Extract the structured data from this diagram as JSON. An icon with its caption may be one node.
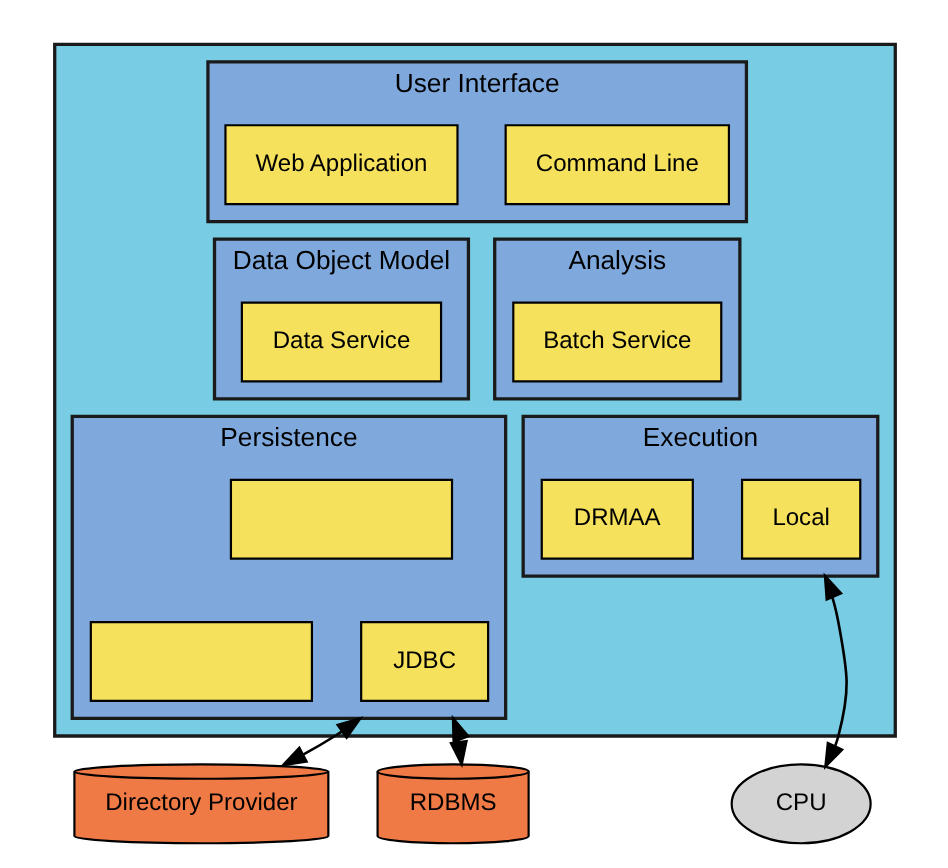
{
  "diagram": {
    "nodes": [
      {
        "text": [],
        "shape": "box"
      },
      {
        "text": [
          "User Interface"
        ],
        "in": 0
      },
      {
        "text": [
          "Web Application"
        ],
        "in": 1
      },
      {
        "text": [
          "Command Line"
        ],
        "in": 1
      },
      {
        "text": [
          "Data Object Model"
        ],
        "in": 0
      },
      {
        "text": [
          "Data Service"
        ],
        "in": 4
      },
      {
        "text": [
          "Analysis"
        ],
        "in": 0
      },
      {
        "text": [
          "Batch Service"
        ],
        "in": 6
      },
      {
        "text": [
          "Persistence"
        ],
        "in": 0
      },
      {
        "text": [],
        "shape": "box",
        "in": 8
      },
      {
        "text": [],
        "shape": "box",
        "in": 8
      },
      {
        "text": [
          "JDBC"
        ],
        "in": 8
      },
      {
        "text": [
          "Execution"
        ],
        "in": 0
      },
      {
        "text": [
          "DRMAA"
        ],
        "in": 12
      },
      {
        "text": [
          "Local"
        ],
        "in": 12
      },
      {
        "text": [
          "Directory Provider"
        ]
      },
      {
        "text": [
          "RDBMS"
        ]
      },
      {
        "text": [
          "CPU"
        ]
      }
    ],
    "edges": [
      {
        "from": 15,
        "to": 8,
        "arrow": "both"
      },
      {
        "from": 16,
        "to": 8,
        "arrow": "both"
      },
      {
        "from": 17,
        "to": 12,
        "arrow": "both"
      }
    ]
  }
}
